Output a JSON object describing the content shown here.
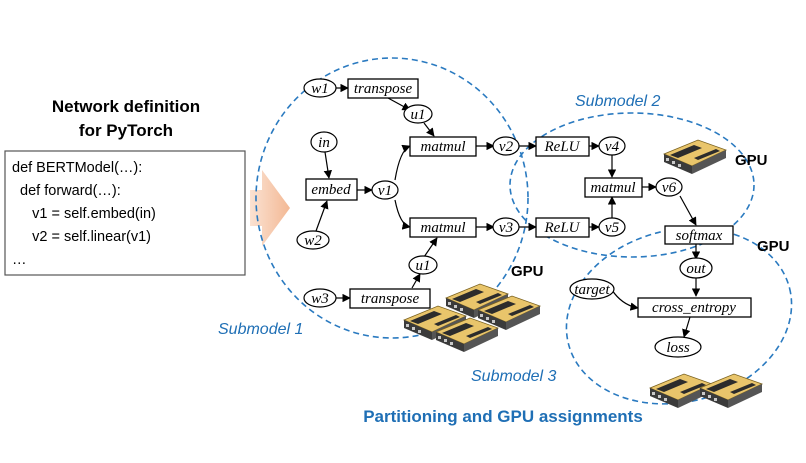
{
  "network_definition": {
    "title_line1": "Network definition",
    "title_line2": "for PyTorch",
    "code_lines": [
      "def BERTModel(…):",
      "  def forward(…):",
      "     v1 = self.embed(in)",
      "     v2 = self.linear(v1)",
      "…"
    ]
  },
  "graph": {
    "operators": {
      "transpose_top": "transpose",
      "transpose_bottom": "transpose",
      "embed": "embed",
      "matmul_top": "matmul",
      "matmul_bottom": "matmul",
      "relu_top": "ReLU",
      "relu_bottom": "ReLU",
      "matmul_mid": "matmul",
      "softmax": "softmax",
      "cross_entropy": "cross_entropy"
    },
    "values": {
      "w1": "w1",
      "u1_top": "u1",
      "in": "in",
      "w2": "w2",
      "v1": "v1",
      "v2": "v2",
      "v3": "v3",
      "u1_bottom": "u1",
      "w3": "w3",
      "v4": "v4",
      "v5": "v5",
      "v6": "v6",
      "out": "out",
      "target": "target",
      "loss": "loss"
    }
  },
  "partitions": {
    "submodel1": "Submodel 1",
    "submodel2": "Submodel 2",
    "submodel3": "Submodel 3"
  },
  "gpu_labels": {
    "gpu1": "GPU",
    "gpu2": "GPU",
    "gpu3": "GPU"
  },
  "caption": "Partitioning and GPU assignments",
  "colors": {
    "partition_line": "#2a7ac0",
    "caption_text": "#1f6fb5",
    "arrow_fill": "#f6c6a6",
    "gpu_body": "#3a3a3a",
    "gpu_accent": "#e8b84a"
  }
}
